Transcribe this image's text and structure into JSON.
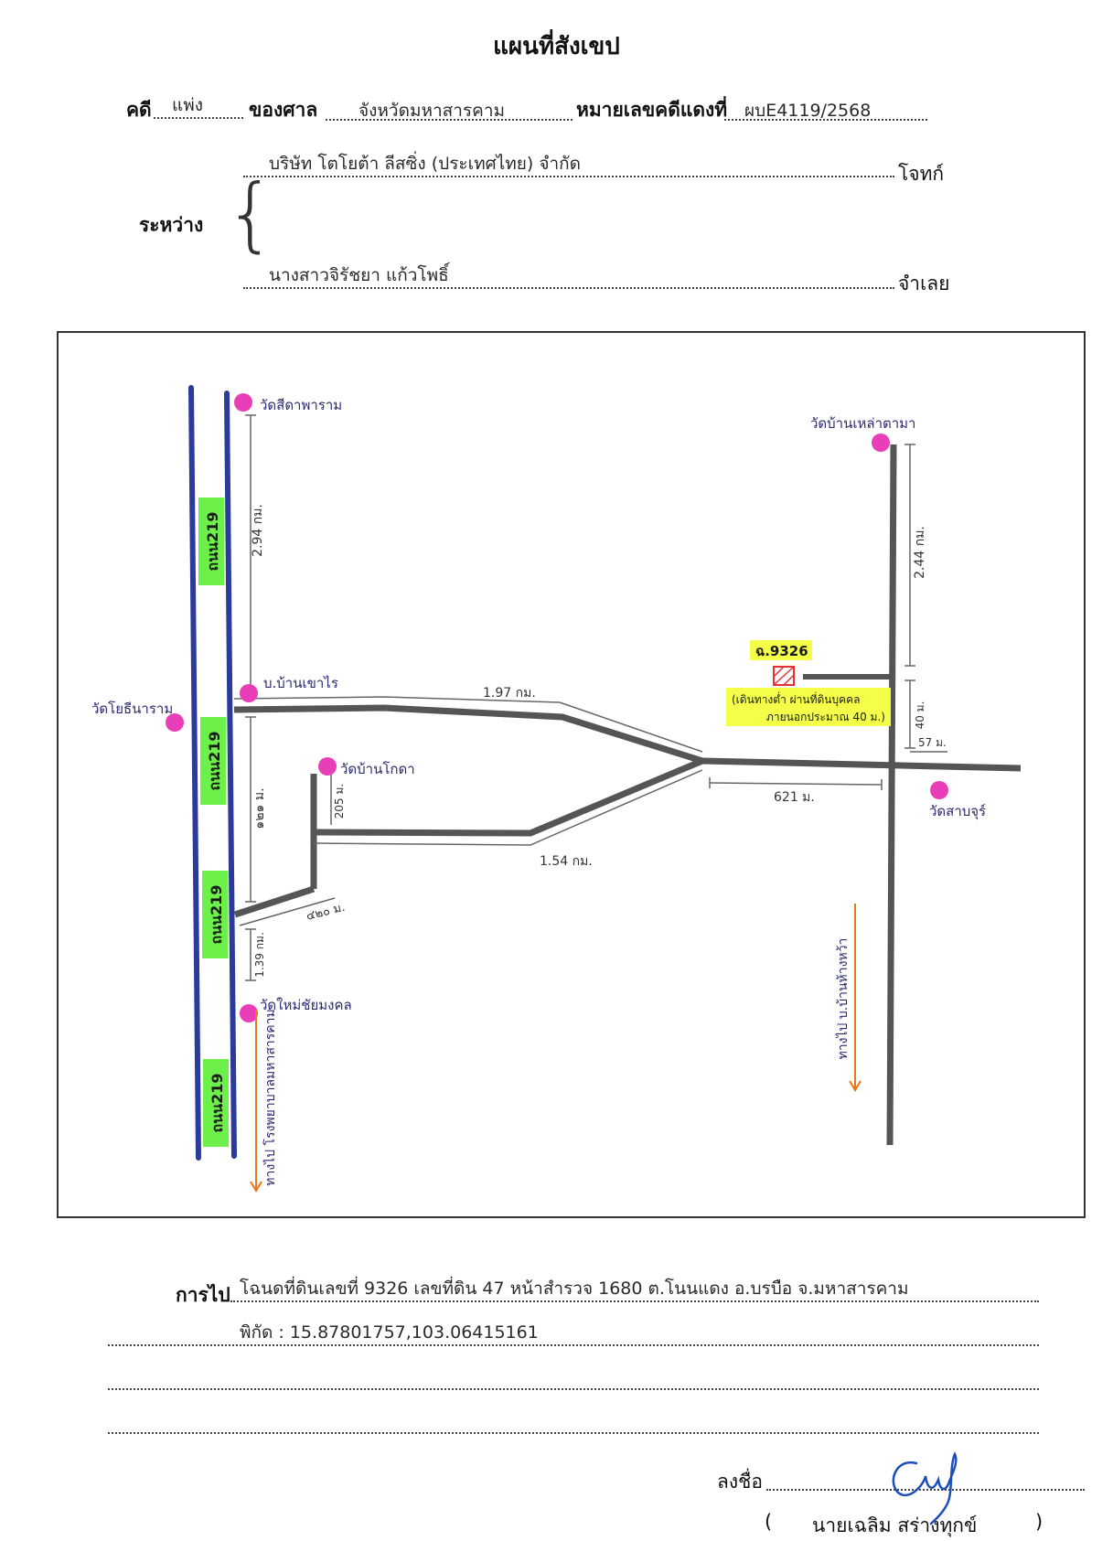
{
  "title": "แผนที่สังเขป",
  "case": {
    "case_label": "คดี",
    "case_type": "แพ่ง",
    "court_label": "ของศาล",
    "court": "จังหวัดมหาสารคาม",
    "red_case_label": "หมายเลขคดีแดงที่",
    "red_case_no": "ผบE4119/2568"
  },
  "parties": {
    "between_label": "ระหว่าง",
    "plaintiff_name": "บริษัท โตโยต้า ลีสซิ่ง (ประเทศไทย) จำกัด",
    "plaintiff_role": "โจทก์",
    "defendant_name": "นางสาวจิรัชยา แก้วโพธิ์",
    "defendant_role": "จำเลย"
  },
  "map": {
    "road_label": "ถนน219",
    "temples": {
      "top_left": "วัดสีดาพาราม",
      "ban_noen": "บ.บ้านเขาไร",
      "left": "วัดโยธีนาราม",
      "mid": "วัดบ้านโกดา",
      "bottom_left": "วัดใหม่ชัยมงคล",
      "top_right": "วัดบ้านเหล่าตามา",
      "right": "วัดสาบจุร์"
    },
    "distances": {
      "d1": "2.94 กม.",
      "d2": "1.97 กม.",
      "d3": "๑๒๑ ม.",
      "d4": "205 ม.",
      "d5": "1.54 กม.",
      "d6": "๔๒๐ ม.",
      "d7": "1.39 กม.",
      "d8": "2.44 กม.",
      "d9": "40 ม.",
      "d10": "57 ม.",
      "d11": "621 ม."
    },
    "parcel_label": "ฉ.9326",
    "parcel_note_1": "(เดินทางต่ำ ผ่านที่ดินบุคคล",
    "parcel_note_2": "ภายนอกประมาณ 40 ม.)",
    "arrow_left": "ทางไป โรงพยาบาลมหาสารคาม",
    "arrow_right": "ทางไป บ.บ้านห้างหว้า",
    "colors": {
      "highway": "#2b3a9c",
      "road": "#555555",
      "highlight": "#6ef04a",
      "highlight_yellow": "#f4ff4a",
      "temple": "#e83fb8",
      "arrow": "#e8761c",
      "parcel": "#e83030"
    }
  },
  "footer": {
    "route_label": "การไป",
    "route_line1": "โฉนดที่ดินเลขที่ 9326 เลขที่ดิน 47 หน้าสำรวจ 1680 ต.โนนแดง อ.บรบือ จ.มหาสารคาม",
    "route_line2": "พิกัด : 15.87801757,103.06415161",
    "sign_label": "ลงชื่อ",
    "signer": "นายเฉลิม  สร่างทุกข์"
  }
}
